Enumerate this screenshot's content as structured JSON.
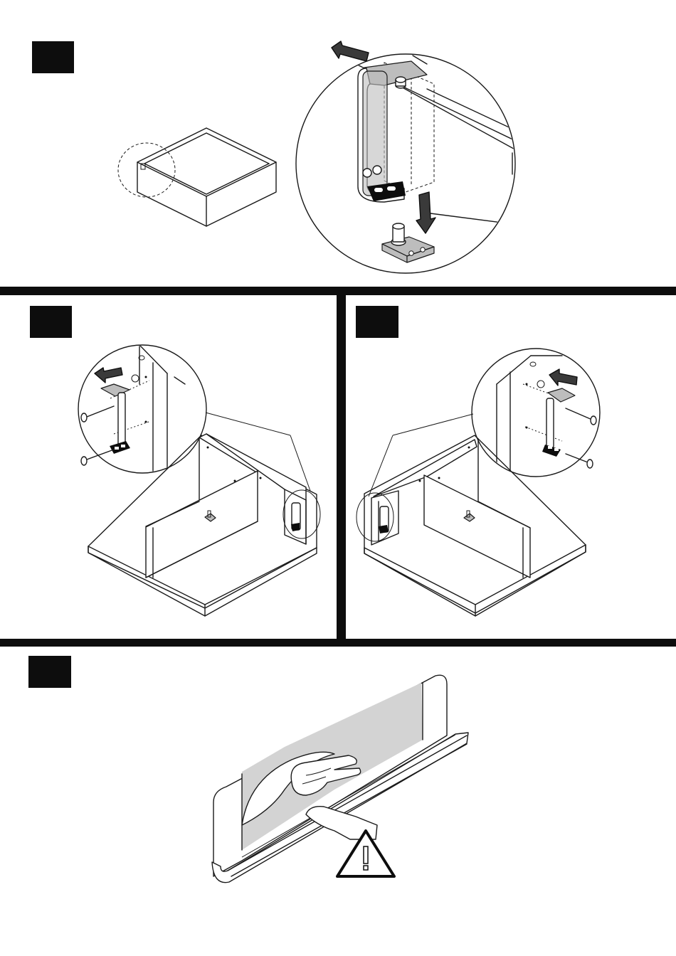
{
  "colors": {
    "ink": "#1a1a1a",
    "step_badge": "#0d0d0d",
    "part_fill": "#bdbdbd",
    "film_fill": "#d3d3d3",
    "background": "#ffffff"
  },
  "steps": [
    {
      "badge_label": "",
      "content": "drawer-box-corner-bracket-detail"
    },
    {
      "badge_label": "",
      "content": "left-bracket-screwed-to-side-panel"
    },
    {
      "badge_label": "",
      "content": "right-bracket-screwed-to-side-panel"
    },
    {
      "badge_label": "",
      "content": "remove-protective-film-from-front-rail"
    }
  ],
  "icons": {
    "warning": "warning-triangle-icon",
    "push": "push-arrow-icon",
    "screw": "screw-icon"
  }
}
